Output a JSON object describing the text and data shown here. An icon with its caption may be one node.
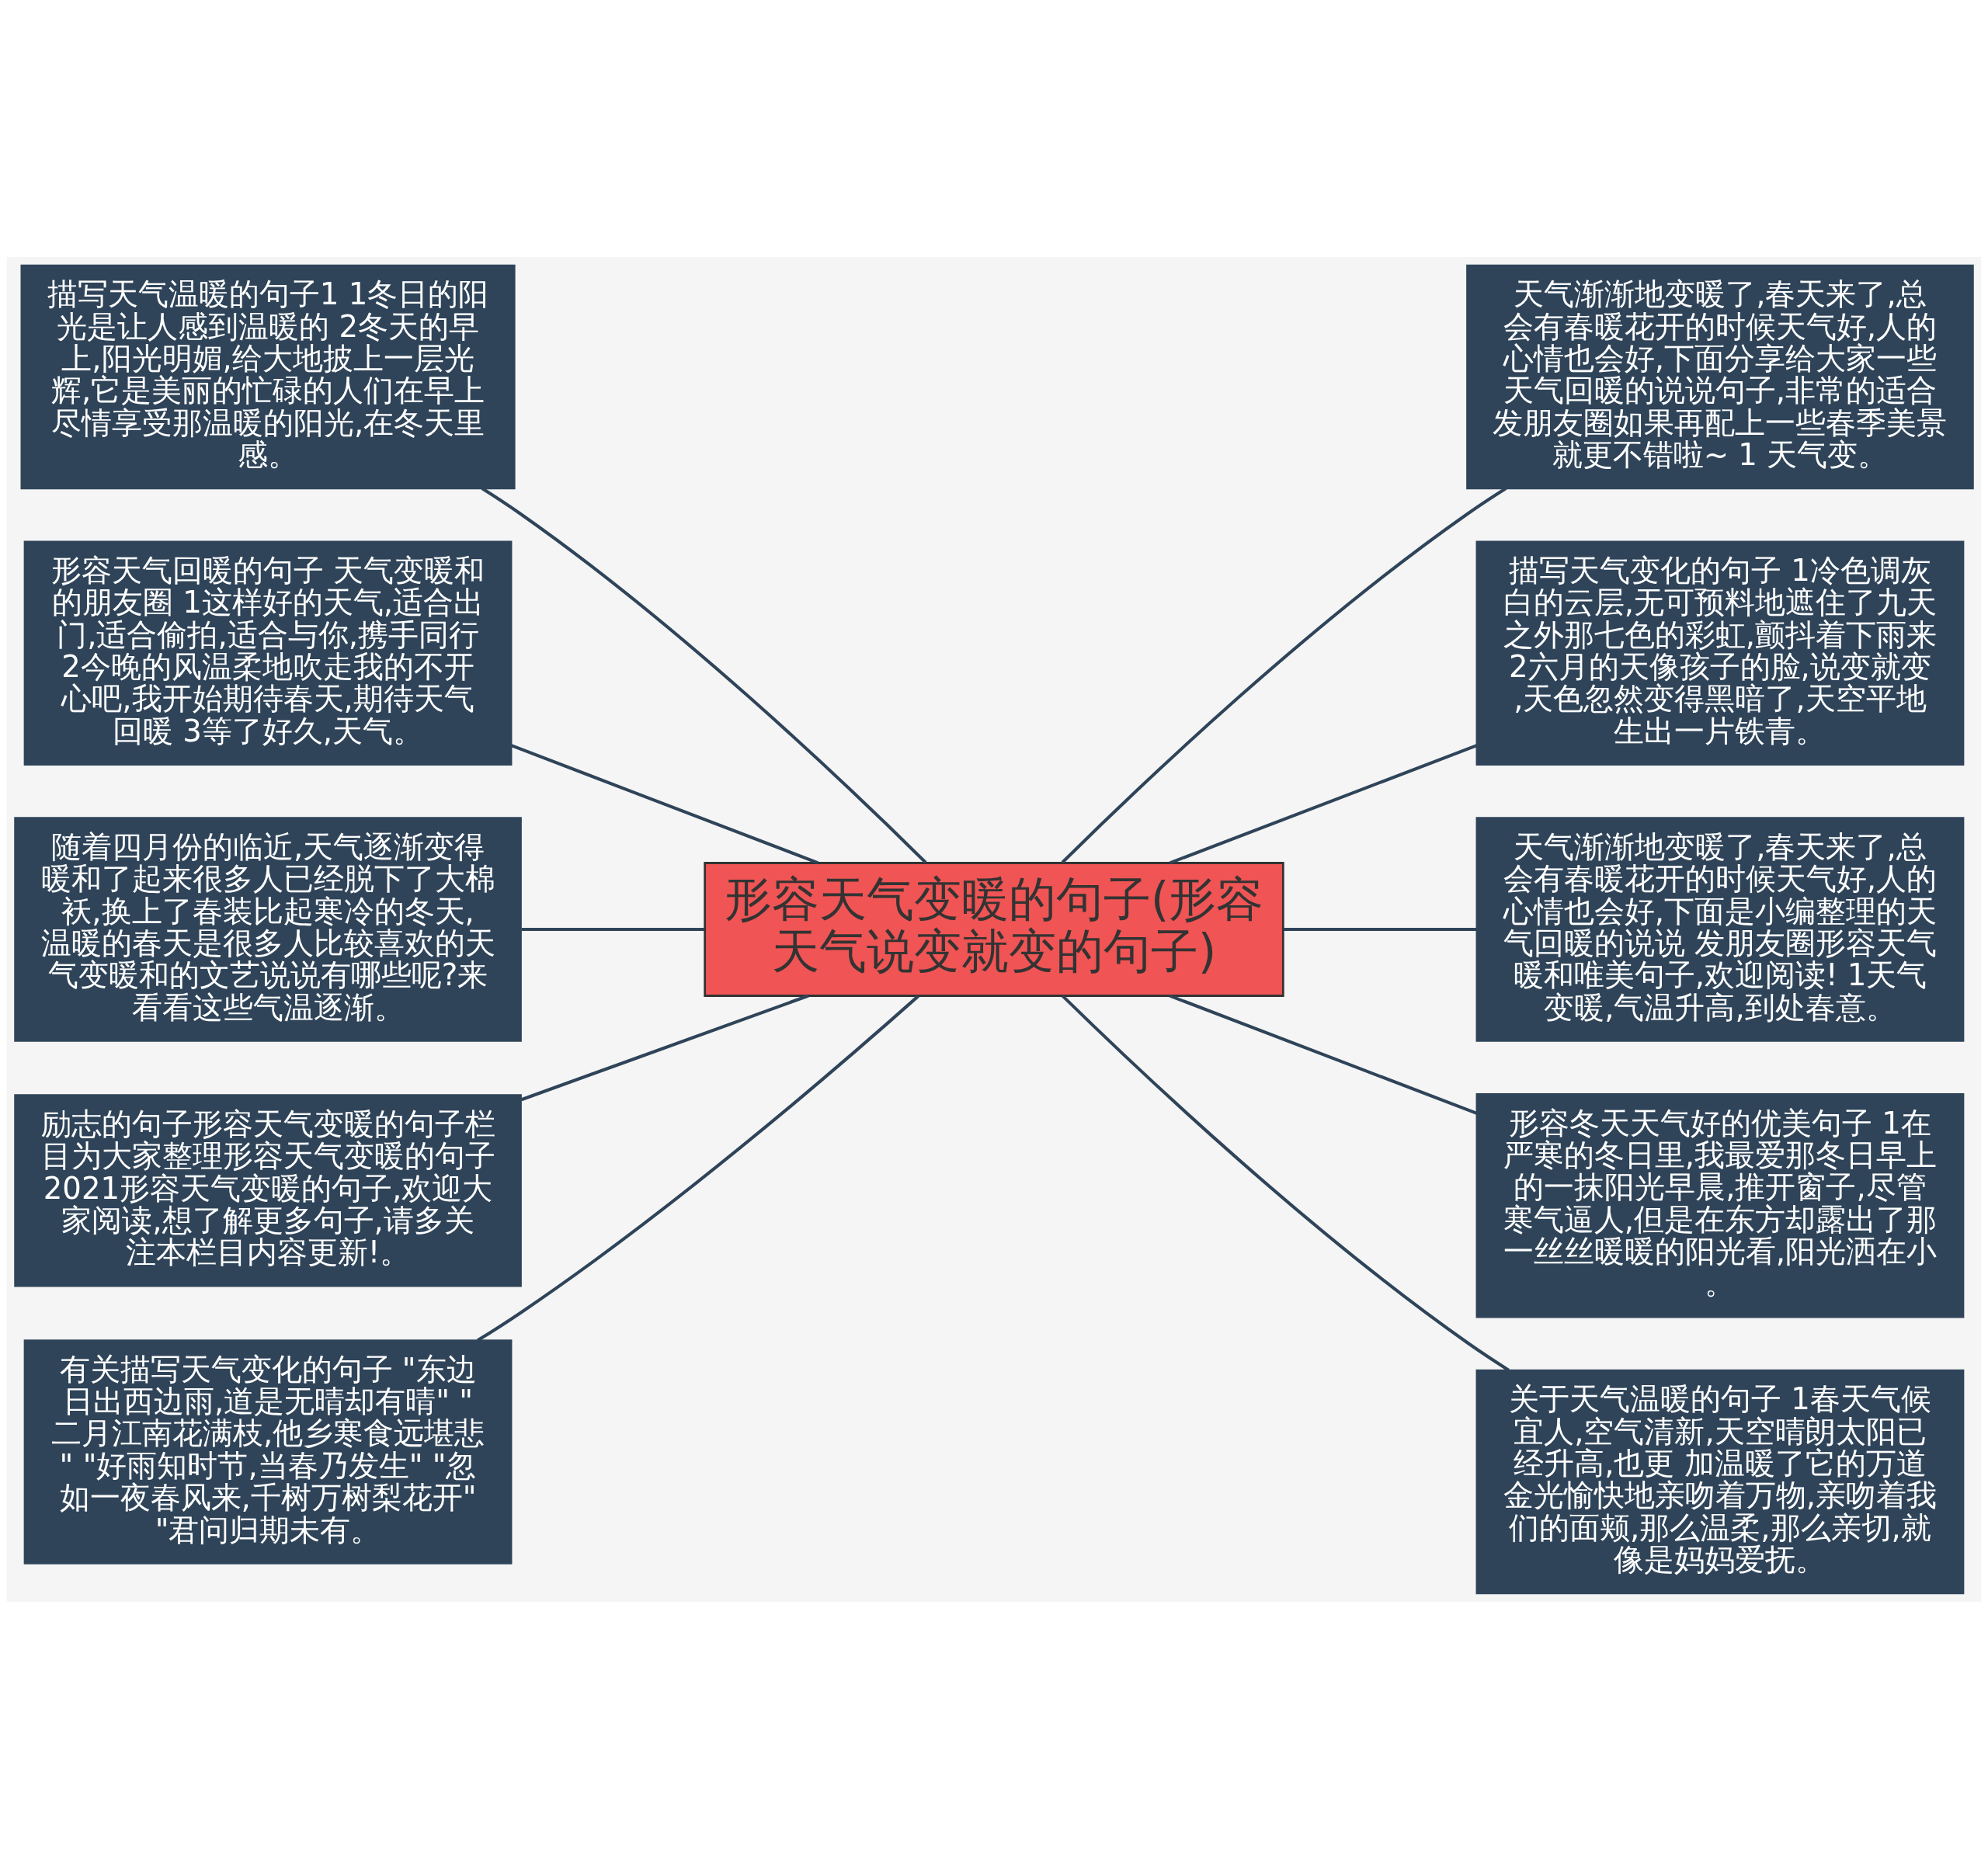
{
  "diagram": {
    "nodes": [
      {
        "text": [
          "形容天气变暖的句子(形容天气说变就变的句子)"
        ]
      },
      {
        "text": [
          "描写天气温暖的句子1 1冬日的阳光是让人感到温暖的 2冬天的早上,阳光明媚,给大地披上一层光辉,它是美丽的忙碌的人们在早上尽情享受那温暖的阳光,在冬天里感。"
        ]
      },
      {
        "text": [
          "形容天气回暖的句子 天气变暖和的朋友圈 1这样好的天气,适合出门,适合偷拍,适合与你,携手同行 2今晚的风温柔地吹走我的不开心吧,我开始期待春天,期待天气回暖 3等了好久,天气。"
        ]
      },
      {
        "text": [
          "随着四月份的临近,天气逐渐变得暖和了起来很多人已经脱下了大棉袄,换上了春装比起寒冷的冬天,温暖的春天是很多人比较喜欢的天气变暖和的文艺说说有哪些呢?来看看这些气温逐渐。"
        ]
      },
      {
        "text": [
          "励志的句子形容天气变暖的句子栏目为大家整理形容天气变暖的句子2021形容天气变暖的句子,欢迎大家阅读,想了解更多句子,请多关注本栏目内容更新!。"
        ]
      },
      {
        "text": [
          "有关描写天气变化的句子 \"东边日出西边雨,道是无晴却有晴\" \"二月江南花满枝,他乡寒食远堪悲\" \"好雨知时节,当春乃发生\" \"忽如一夜春风来,千树万树梨花开\" \"君问归期未有。"
        ]
      },
      {
        "text": [
          "天气渐渐地变暖了,春天来了,总会有春暖花开的时候天气好,人的心情也会好,下面分享给大家一些天气回暖的说说句子,非常的适合发朋友圈如果再配上一些春季美景就更不错啦~ 1 天气变。"
        ]
      },
      {
        "text": [
          "描写天气变化的句子 1冷色调灰白的云层,无可预料地遮住了九天之外那七色的彩虹,颤抖着下雨来 2六月的天像孩子的脸,说变就变,天色忽然变得黑暗了,天空平地生出一片铁青。"
        ]
      },
      {
        "text": [
          "天气渐渐地变暖了,春天来了,总会有春暖花开的时候天气好,人的心情也会好,下面是小编整理的天气回暖的说说 发朋友圈形容天气暖和唯美句子,欢迎阅读! 1天气变暖,气温升高,到处春意。"
        ]
      },
      {
        "text": [
          "形容冬天天气好的优美句子 1在严寒的冬日里,我最爱那冬日早上的一抹阳光早晨,推开窗子,尽管寒气逼人,但是在东方却露出了那一丝丝暖暖的阳光看,阳光洒在小。"
        ]
      },
      {
        "text": [
          "关于天气温暖的句子 1春天气候宜人,空气清新,天空晴朗太阳已经升高,也更 加温暖了它的万道金光愉快地亲吻着万物,亲吻着我们的面颊,那么温柔,那么亲切,就像是妈妈爱抚。"
        ]
      }
    ],
    "edges": [
      {
        "from": 1,
        "to": 0,
        "arrow": "none"
      },
      {
        "from": 2,
        "to": 0,
        "arrow": "none"
      },
      {
        "from": 3,
        "to": 0,
        "arrow": "none"
      },
      {
        "from": 4,
        "to": 0,
        "arrow": "none"
      },
      {
        "from": 5,
        "to": 0,
        "arrow": "none"
      },
      {
        "from": 0,
        "to": 6,
        "arrow": "none"
      },
      {
        "from": 0,
        "to": 7,
        "arrow": "none"
      },
      {
        "from": 0,
        "to": 8,
        "arrow": "none"
      },
      {
        "from": 0,
        "to": 9,
        "arrow": "none"
      },
      {
        "from": 0,
        "to": 10,
        "arrow": "none"
      }
    ]
  }
}
